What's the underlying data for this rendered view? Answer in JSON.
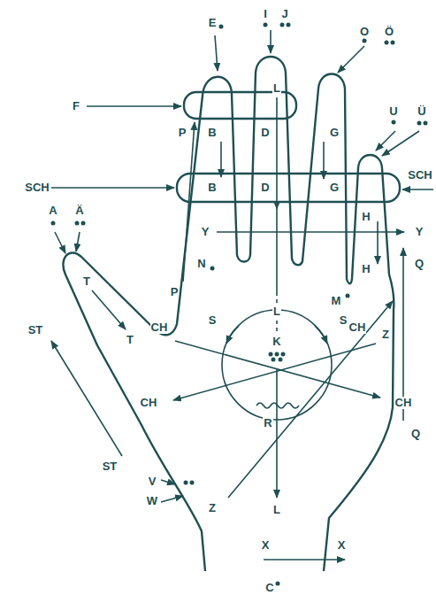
{
  "diagram": {
    "labels": [
      "E",
      "I",
      "J",
      "O",
      "Ö",
      "F",
      "P",
      "B",
      "L",
      "D",
      "G",
      "U",
      "Ü",
      "SCH",
      "B",
      "D",
      "G",
      "SCH",
      "H",
      "A",
      "Ä",
      "Y",
      "Y",
      "Q",
      "N",
      "H",
      "T",
      "P",
      "M",
      "L",
      "S",
      "S",
      "ST",
      "CH",
      "T",
      "CH",
      "K",
      "Z",
      "CH",
      "CH",
      "R",
      "Q",
      "ST",
      "V",
      "W",
      "Z",
      "L",
      "X",
      "X",
      "C"
    ]
  }
}
